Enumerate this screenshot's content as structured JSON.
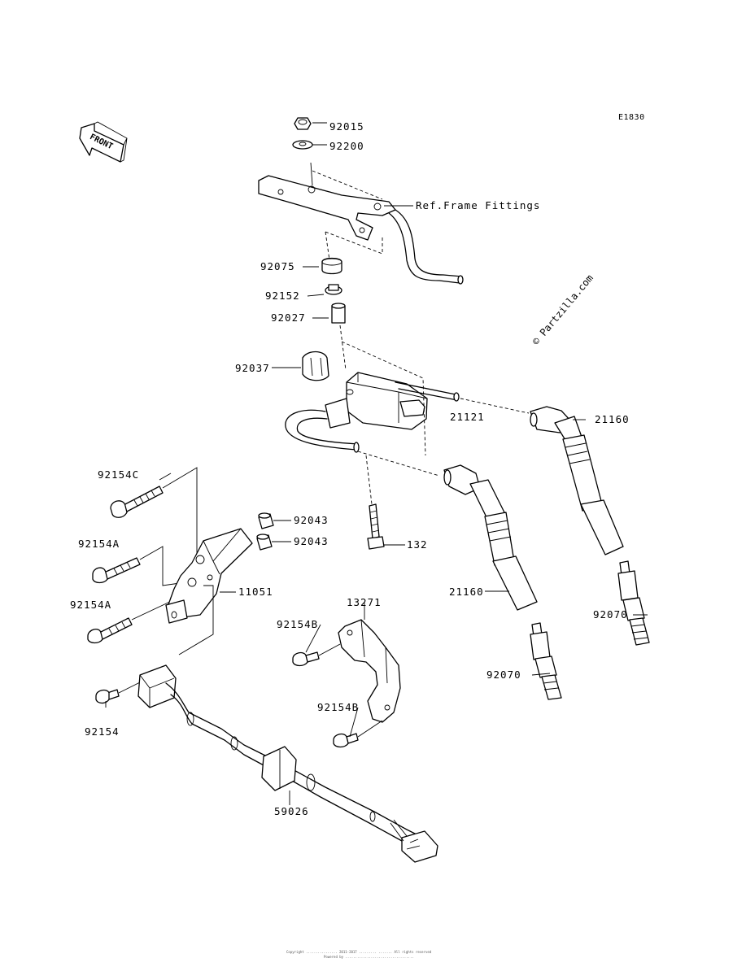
{
  "diagram": {
    "code": "E1830",
    "watermark": "© Partzilla.com",
    "front_arrow_label": "FRONT",
    "footer_lines": [
      "Copyright ................ 2011-2017 ......... ....... All rights reserved",
      "Powered by ..................................."
    ]
  },
  "labels": [
    "92015",
    "92200",
    "Ref.Frame Fittings",
    "92075",
    "92152",
    "92027",
    "92037",
    "21121",
    "21160",
    "92154C",
    "92043",
    "92043",
    "92154A",
    "132",
    "92154A",
    "11051",
    "21160",
    "13271",
    "92154B",
    "92070",
    "92070",
    "92154B",
    "92154",
    "59026"
  ]
}
